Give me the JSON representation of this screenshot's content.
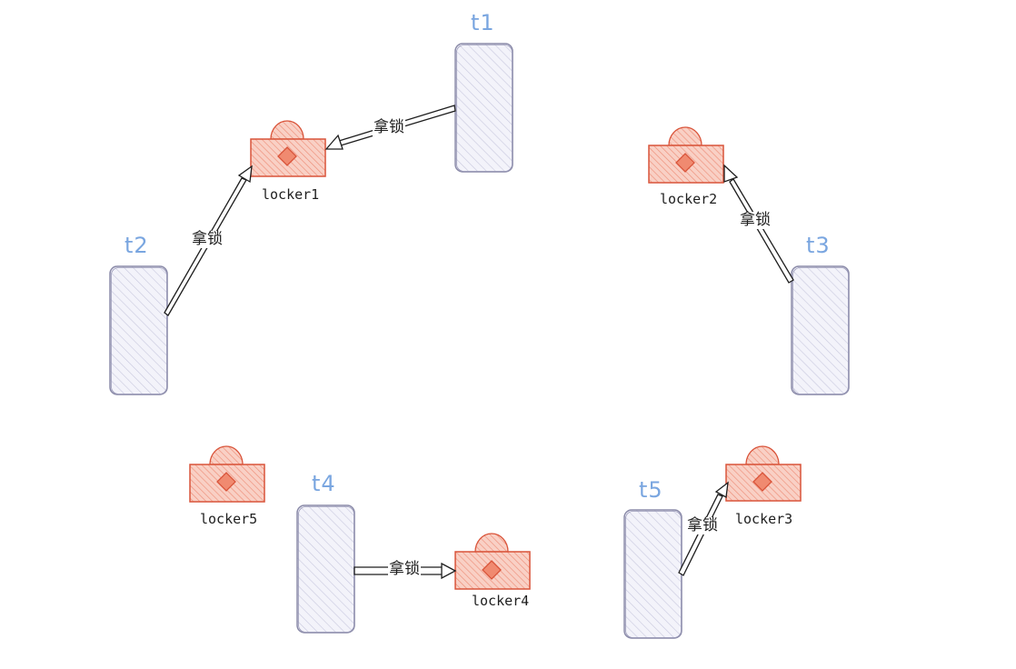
{
  "threads": [
    {
      "id": "t1",
      "label": "t1"
    },
    {
      "id": "t2",
      "label": "t2"
    },
    {
      "id": "t3",
      "label": "t3"
    },
    {
      "id": "t4",
      "label": "t4"
    },
    {
      "id": "t5",
      "label": "t5"
    }
  ],
  "locks": [
    {
      "id": "locker1",
      "label": "locker1"
    },
    {
      "id": "locker2",
      "label": "locker2"
    },
    {
      "id": "locker3",
      "label": "locker3"
    },
    {
      "id": "locker4",
      "label": "locker4"
    },
    {
      "id": "locker5",
      "label": "locker5"
    }
  ],
  "edges": [
    {
      "from": "t1",
      "to": "locker1",
      "label": "拿锁"
    },
    {
      "from": "t2",
      "to": "locker1",
      "label": "拿锁"
    },
    {
      "from": "t3",
      "to": "locker2",
      "label": "拿锁"
    },
    {
      "from": "t4",
      "to": "locker4",
      "label": "拿锁"
    },
    {
      "from": "t5",
      "to": "locker3",
      "label": "拿锁"
    }
  ],
  "colors": {
    "thread_fill": "#ebebf7",
    "thread_stroke": "#8a8aa8",
    "thread_label": "#7aa6e0",
    "lock_fill": "#f6b4a4",
    "lock_stroke": "#d9543a",
    "arrow_stroke": "#1e1e1e"
  }
}
